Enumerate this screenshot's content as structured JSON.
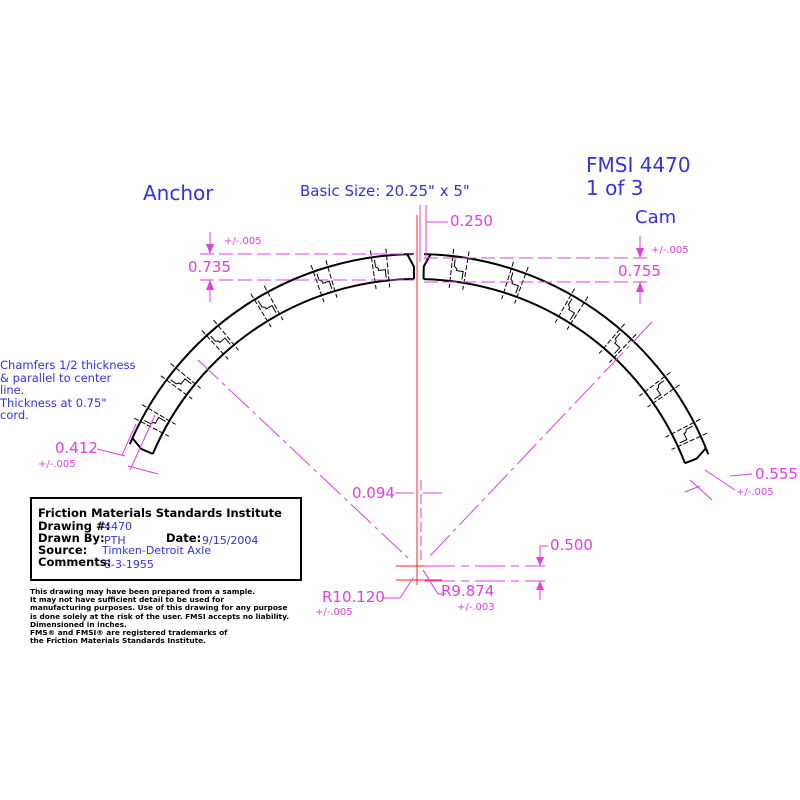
{
  "header": {
    "left_label": "Anchor",
    "basic_size": "Basic Size: 20.25\" x 5\"",
    "fmsi_number": "FMSI 4470",
    "sheet": "1 of 3",
    "right_label": "Cam"
  },
  "dimensions": {
    "gap": "0.250",
    "left_thickness": "0.735",
    "left_thickness_tol": "+/-.005",
    "right_thickness": "0.755",
    "right_thickness_tol": "+/-.005",
    "left_end": "0.412",
    "left_end_tol": "+/-.005",
    "right_end": "0.555",
    "right_end_tol": "+/-.005",
    "offset": "0.094",
    "center_offset": "0.500",
    "outer_radius": "R10.120",
    "outer_radius_tol": "+/-.005",
    "inner_radius": "R9.874",
    "inner_radius_tol": "+/-.003"
  },
  "note": {
    "lines": [
      "Chamfers 1/2 thickness",
      "& parallel to center",
      "line.",
      "Thickness at 0.75\"",
      "cord."
    ]
  },
  "title_block": {
    "org": "Friction Materials Standards Institute",
    "drawing_label": "Drawing #:",
    "drawing_value": "4470",
    "drawn_by_label": "Drawn By:",
    "drawn_by_value": "PTH",
    "date_label": "Date:",
    "date_value": "9/15/2004",
    "source_label": "Source:",
    "source_value": "Timken-Detroit Axle",
    "comments_label": "Comments:",
    "comments_value": "8-3-1955"
  },
  "disclaimer": [
    "This drawing may have been prepared from a sample.",
    "It may not have sufficient detail to be used for",
    "manufacturing purposes.  Use of this drawing for any purpose",
    "is done solely at the risk of the user. FMSI accepts no liability.",
    "Dimensioned in inches.",
    "FMS® and FMSI® are registered trademarks of",
    "the Friction Materials Standards Institute."
  ],
  "colors": {
    "text": "#3333dd",
    "dimension": "#e040e0",
    "centerline": "#ff2020",
    "outline": "#000000"
  }
}
